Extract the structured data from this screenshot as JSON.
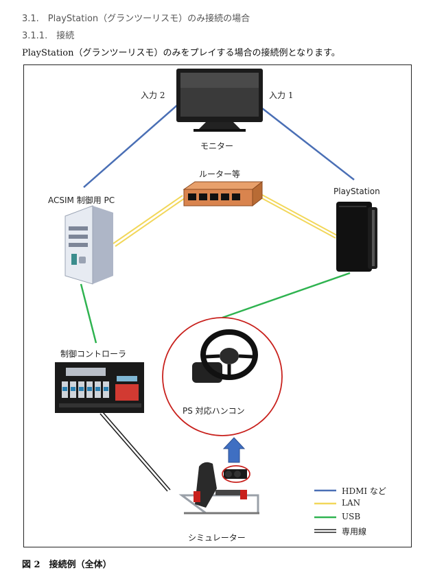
{
  "heading_1": "3.1.　PlayStation（グランツーリスモ）のみ接続の場合",
  "heading_2": "3.1.1.　接続",
  "intro": "PlayStation（グランツーリスモ）のみをプレイする場合の接続例となります。",
  "diagram": {
    "monitor_label": "モニター",
    "input_2": "入力 2",
    "input_1": "入力 1",
    "router_label": "ルーター等",
    "pc_label": "ACSIM 制御用 PC",
    "playstation_label": "PlayStation",
    "controller_label": "制御コントローラ",
    "wheel_label": "PS 対応ハンコン",
    "simulator_label": "シミュレーター",
    "legend": [
      {
        "label": "HDMI など",
        "color": "#4a6fb5"
      },
      {
        "label": "LAN",
        "color": "#f2d75a"
      },
      {
        "label": "USB",
        "color": "#2fb350"
      },
      {
        "label": "専用線",
        "color": "#222222"
      }
    ]
  },
  "caption": "図 2　接続例（全体）"
}
